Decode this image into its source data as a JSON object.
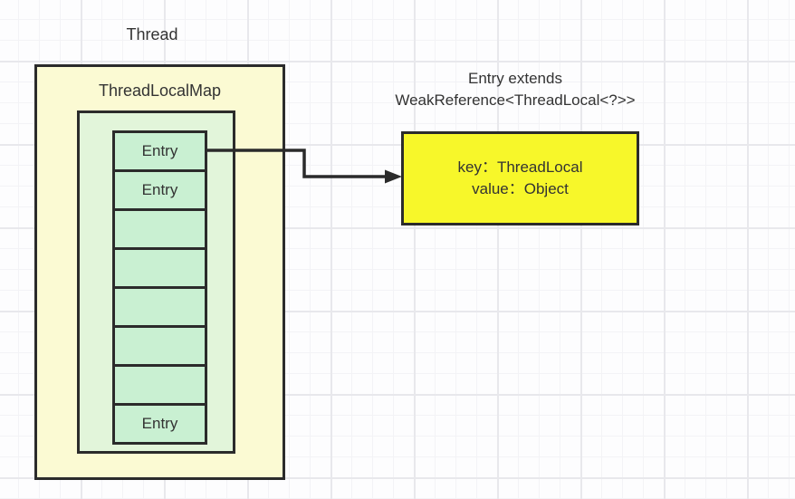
{
  "colors": {
    "background": "#fdfdfe",
    "grid_minor": "#f3f3f6",
    "grid_major": "#e8e8ec",
    "outer_box": "#fbfad3",
    "inner_box": "#e2f5da",
    "cell": "#c9f0d2",
    "detail_box": "#f7f72a",
    "border": "#2b2b2b",
    "text": "#333333"
  },
  "thread": {
    "label": "Thread"
  },
  "thread_local_map": {
    "title": "ThreadLocalMap",
    "entries": [
      "Entry",
      "Entry",
      "",
      "",
      "",
      "",
      "",
      "Entry"
    ]
  },
  "entry_box": {
    "caption_line1": "Entry extends",
    "caption_line2": "WeakReference<ThreadLocal<?>>",
    "key_line": "key：ThreadLocal",
    "value_line": "value：Object"
  }
}
